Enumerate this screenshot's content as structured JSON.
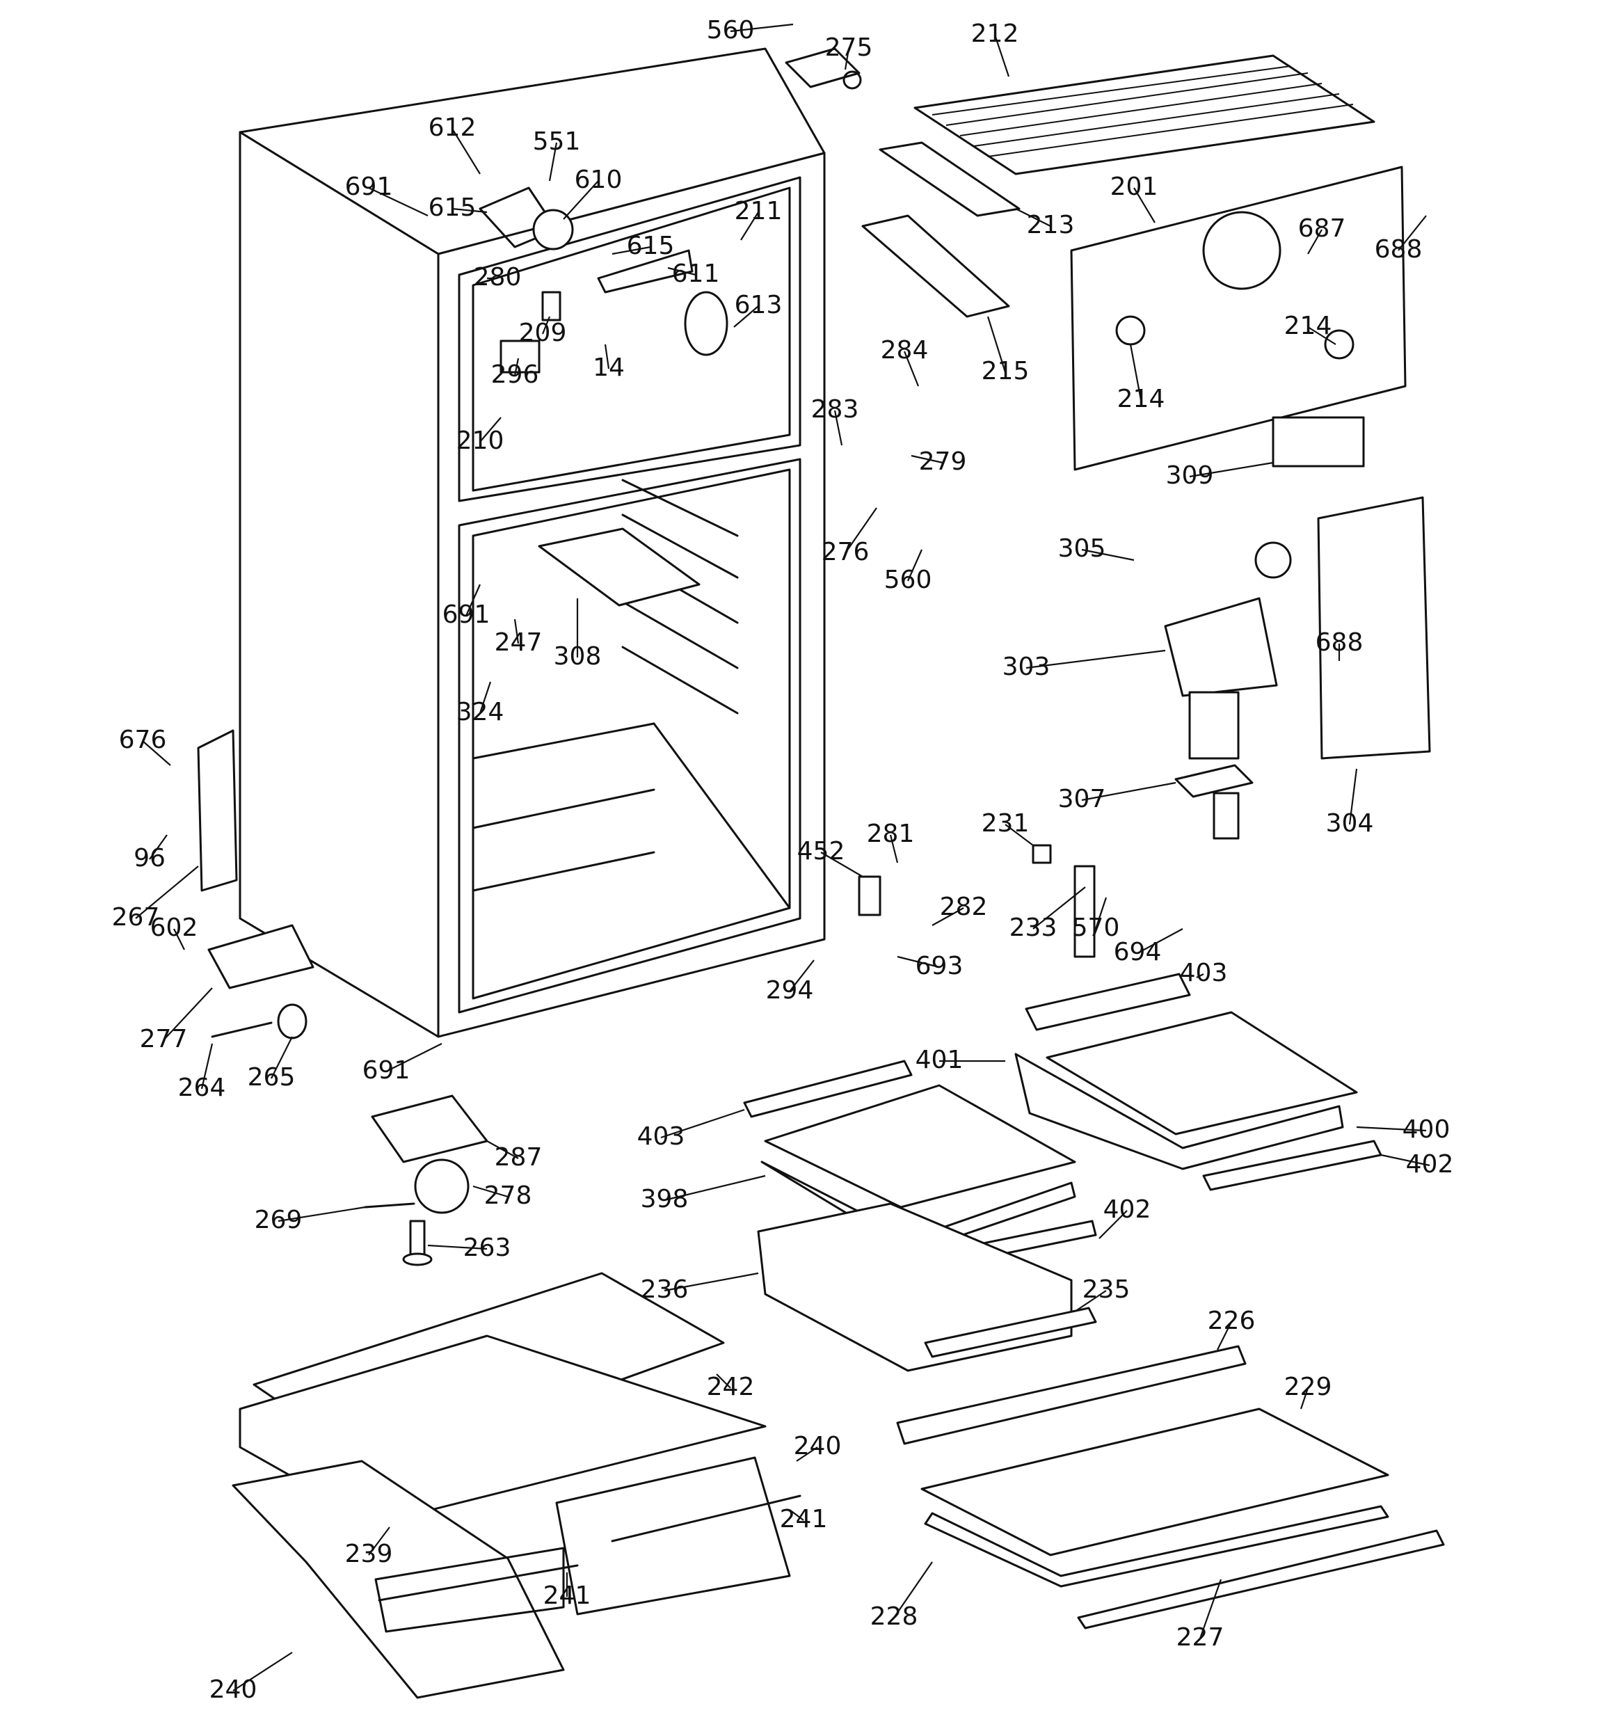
{
  "diagram": {
    "type": "exploded-parts-diagram",
    "labels": [
      "560",
      "275",
      "212",
      "612",
      "551",
      "691",
      "610",
      "615",
      "211",
      "213",
      "201",
      "687",
      "688",
      "280",
      "615",
      "611",
      "209",
      "613",
      "14",
      "296",
      "284",
      "215",
      "214",
      "214",
      "210",
      "283",
      "279",
      "309",
      "276",
      "560",
      "305",
      "691",
      "247",
      "308",
      "688",
      "324",
      "303",
      "676",
      "96",
      "307",
      "304",
      "452",
      "281",
      "231",
      "267",
      "602",
      "282",
      "233",
      "570",
      "694",
      "693",
      "294",
      "403",
      "277",
      "691",
      "264",
      "265",
      "401",
      "403",
      "400",
      "287",
      "402",
      "398",
      "278",
      "269",
      "402",
      "263",
      "236",
      "235",
      "226",
      "242",
      "229",
      "240",
      "241",
      "239",
      "241",
      "228",
      "227",
      "240"
    ]
  }
}
